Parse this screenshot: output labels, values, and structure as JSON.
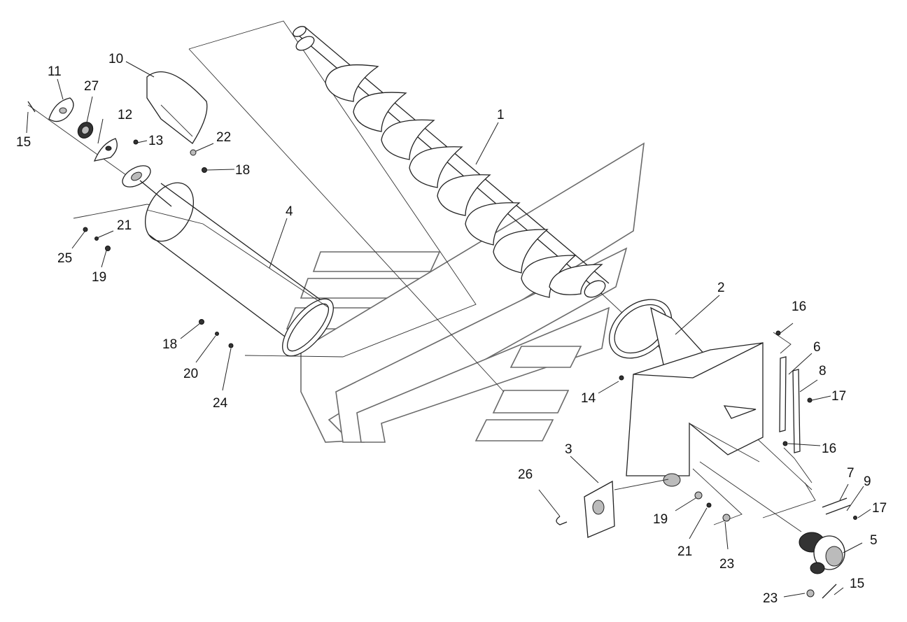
{
  "diagram": {
    "kind": "exploded parts drawing",
    "colors": {
      "line": "#222222",
      "watermark": "#6a6a6a",
      "background": "#ffffff"
    },
    "callouts": {
      "c1": "1",
      "c2": "2",
      "c3": "3",
      "c4": "4",
      "c5": "5",
      "c6": "6",
      "c7": "7",
      "c8": "8",
      "c9": "9",
      "c10": "10",
      "c11": "11",
      "c12": "12",
      "c13": "13",
      "c14": "14",
      "c15a": "15",
      "c15b": "15",
      "c16a": "16",
      "c16b": "16",
      "c17a": "17",
      "c17b": "17",
      "c18a": "18",
      "c18b": "18",
      "c19a": "19",
      "c19b": "19",
      "c20": "20",
      "c21a": "21",
      "c21b": "21",
      "c22": "22",
      "c23a": "23",
      "c23b": "23",
      "c24": "24",
      "c25": "25",
      "c26": "26",
      "c27": "27"
    }
  }
}
